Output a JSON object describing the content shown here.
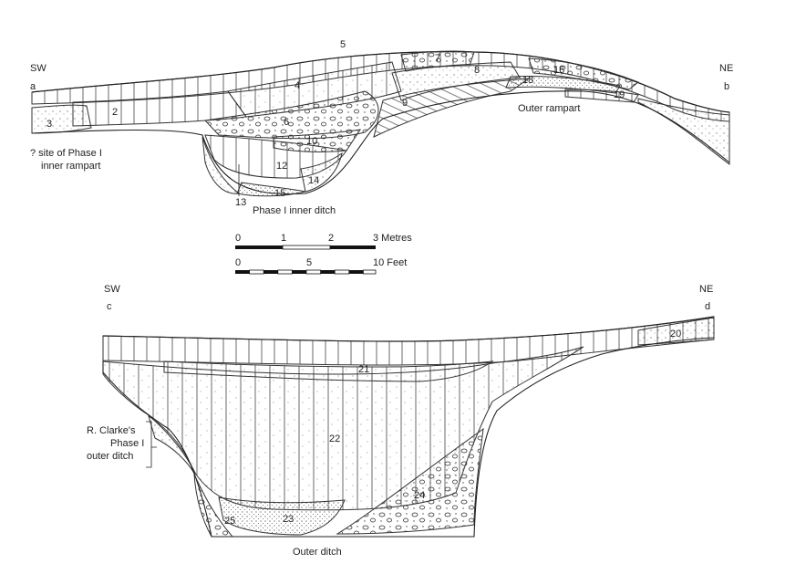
{
  "section_top": {
    "left_orientation": "SW",
    "left_point": "a",
    "right_orientation": "NE",
    "right_point": "b",
    "layers": [
      "2",
      "3",
      "4",
      "5",
      "6",
      "7",
      "8",
      "9",
      "10",
      "12",
      "13",
      "14",
      "15",
      "16",
      "18",
      "19"
    ],
    "label_inner_rampart_line1": "? site of Phase I",
    "label_inner_rampart_line2": "inner rampart",
    "label_inner_ditch": "Phase I inner ditch",
    "label_outer_rampart": "Outer rampart"
  },
  "scale": {
    "metres_ticks": [
      "0",
      "1",
      "2",
      "3 Metres"
    ],
    "feet_ticks": [
      "0",
      "5",
      "10 Feet"
    ]
  },
  "section_bottom": {
    "left_orientation": "SW",
    "left_point": "c",
    "right_orientation": "NE",
    "right_point": "d",
    "layers": [
      "20",
      "21",
      "22",
      "23",
      "24",
      "25"
    ],
    "label_clarke_line1": "R. Clarke's",
    "label_clarke_line2": "Phase I",
    "label_clarke_line3": "outer ditch",
    "label_outer_ditch": "Outer ditch"
  }
}
